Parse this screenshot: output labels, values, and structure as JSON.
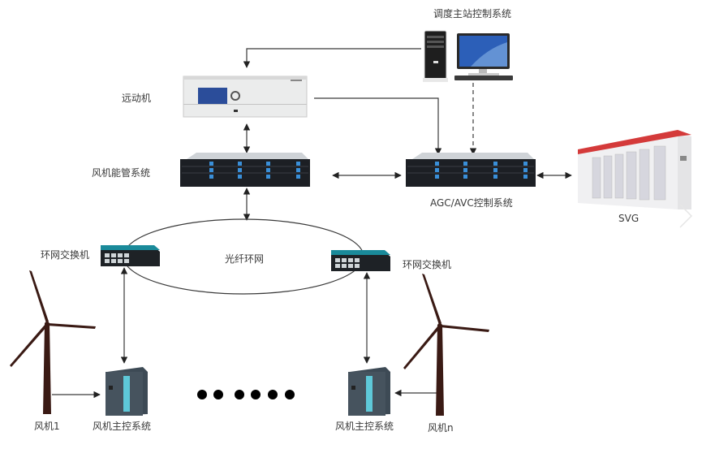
{
  "diagram": {
    "title": "风电场能量管理系统网络拓扑",
    "nodes": {
      "dispatch": {
        "label": "调度主站控制系统",
        "icon": "desktop-computer-icon"
      },
      "rtu": {
        "label": "远动机",
        "icon": "rack-device-icon"
      },
      "ems": {
        "label": "风机能管系统",
        "icon": "rack-server-icon"
      },
      "agc": {
        "label": "AGC/AVC控制系统",
        "icon": "rack-server-icon"
      },
      "svg": {
        "label": "SVG",
        "icon": "cabinet-icon"
      },
      "ring": {
        "label": "光纤环网"
      },
      "switch_left": {
        "label": "环网交换机",
        "icon": "network-switch-icon"
      },
      "switch_right": {
        "label": "环网交换机",
        "icon": "network-switch-icon"
      },
      "controller_left": {
        "label": "风机主控系统",
        "icon": "plc-icon"
      },
      "controller_right": {
        "label": "风机主控系统",
        "icon": "plc-icon"
      },
      "turbine_1": {
        "label": "风机1",
        "icon": "wind-turbine-icon"
      },
      "turbine_n": {
        "label": "风机n",
        "icon": "wind-turbine-icon"
      }
    },
    "ellipsis_dots": 6,
    "edges": [
      {
        "from": "dispatch",
        "to": "rtu",
        "style": "solid",
        "direction": "forward"
      },
      {
        "from": "dispatch",
        "to": "agc",
        "style": "dashed",
        "direction": "forward"
      },
      {
        "from": "rtu",
        "to": "agc",
        "style": "solid",
        "direction": "forward"
      },
      {
        "from": "rtu",
        "to": "ems",
        "style": "solid",
        "direction": "both"
      },
      {
        "from": "ems",
        "to": "agc",
        "style": "solid",
        "direction": "both"
      },
      {
        "from": "agc",
        "to": "svg",
        "style": "solid",
        "direction": "both"
      },
      {
        "from": "ems",
        "to": "ring",
        "style": "solid",
        "direction": "both"
      },
      {
        "from": "switch_left",
        "to": "controller_left",
        "style": "solid",
        "direction": "both"
      },
      {
        "from": "switch_right",
        "to": "controller_right",
        "style": "solid",
        "direction": "both"
      },
      {
        "from": "turbine_1",
        "to": "controller_left",
        "style": "solid",
        "direction": "forward"
      },
      {
        "from": "turbine_n",
        "to": "controller_right",
        "style": "solid",
        "direction": "forward"
      }
    ],
    "colors": {
      "line": "#333333",
      "switch_accent": "#1a8a9a",
      "server_led": "#3a8fd8",
      "svg_cabinet_top": "#d03030",
      "turbine": "#3a1a14",
      "plc_body": "#3d4a55",
      "plc_panel": "#5ec8d8"
    }
  }
}
